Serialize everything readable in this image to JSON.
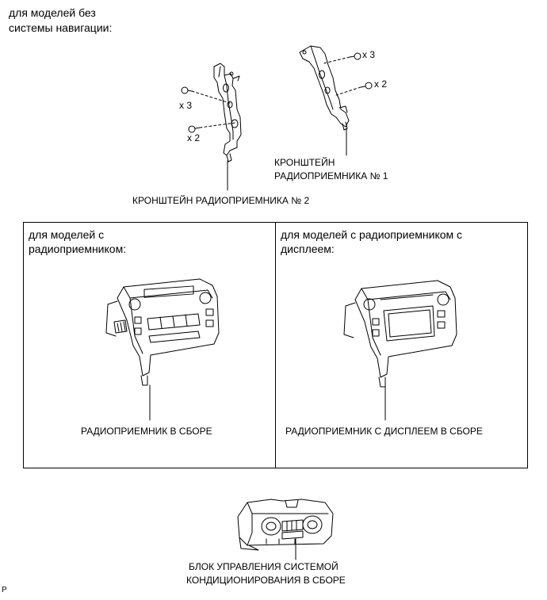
{
  "header": {
    "line1": "для моделей без",
    "line2": "системы навигации:"
  },
  "brackets": {
    "bracket2_qty_screw_a": "x 3",
    "bracket2_qty_screw_b": "x 2",
    "bracket1_qty_screw_a": "x 3",
    "bracket1_qty_screw_b": "x 2",
    "bracket1_label_line1": "КРОНШТЕЙН",
    "bracket1_label_line2": "РАДИОПРИЕМНИКА № 1",
    "bracket2_label": "КРОНШТЕЙН РАДИОПРИЕМНИКА № 2"
  },
  "left_panel": {
    "heading_line1": "для моделей с",
    "heading_line2": "радиоприемником:",
    "part_label": "РАДИОПРИЕМНИК В СБОРЕ"
  },
  "right_panel": {
    "heading_line1": "для моделей с радиоприемником с",
    "heading_line2": "дисплеем:",
    "part_label": "РАДИОПРИЕМНИК С ДИСПЛЕЕМ В СБОРЕ"
  },
  "climate": {
    "label_line1": "БЛОК УПРАВЛЕНИЯ СИСТЕМОЙ",
    "label_line2": "КОНДИЦИОНИРОВАНИЯ В СБОРЕ"
  },
  "corner_mark": "P"
}
